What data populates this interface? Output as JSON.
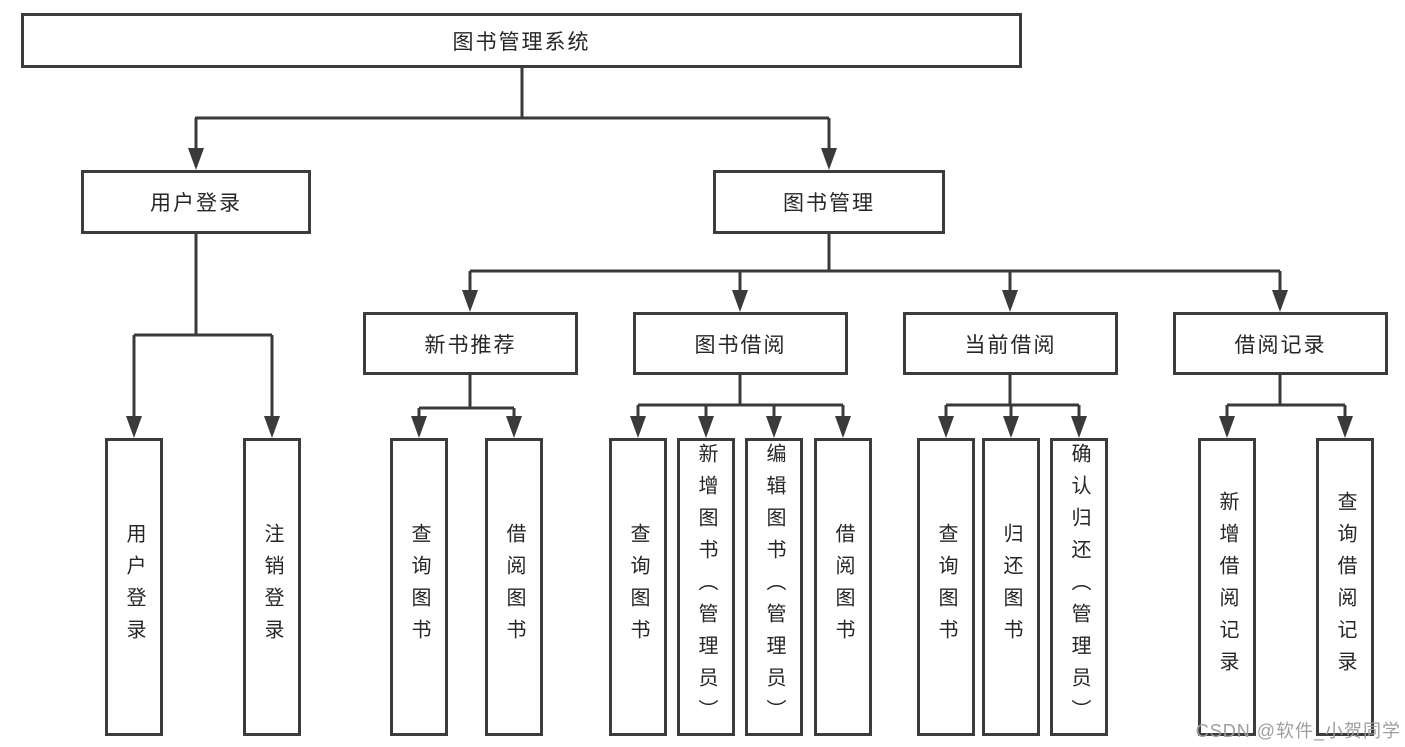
{
  "diagram": {
    "type": "hierarchy-tree",
    "tree": {
      "label": "图书管理系统",
      "children": [
        {
          "label": "用户登录",
          "children": [
            {
              "label": "用户登录"
            },
            {
              "label": "注销登录"
            }
          ]
        },
        {
          "label": "图书管理",
          "children": [
            {
              "label": "新书推荐",
              "children": [
                {
                  "label": "查询图书"
                },
                {
                  "label": "借阅图书"
                }
              ]
            },
            {
              "label": "图书借阅",
              "children": [
                {
                  "label": "查询图书"
                },
                {
                  "label": "新增图书（管理员）"
                },
                {
                  "label": "编辑图书（管理员）"
                },
                {
                  "label": "借阅图书"
                }
              ]
            },
            {
              "label": "当前借阅",
              "children": [
                {
                  "label": "查询图书"
                },
                {
                  "label": "归还图书"
                },
                {
                  "label": "确认归还（管理员）"
                }
              ]
            },
            {
              "label": "借阅记录",
              "children": [
                {
                  "label": "新增借阅记录"
                },
                {
                  "label": "查询借阅记录"
                }
              ]
            }
          ]
        }
      ]
    },
    "watermark": "CSDN @软件_小贺同学",
    "colors": {
      "box_border": "#3c3c3c",
      "connector_line": "#3a3a3a",
      "text": "#262626",
      "watermark_text": "#9e9e9e",
      "background": "#ffffff"
    }
  }
}
